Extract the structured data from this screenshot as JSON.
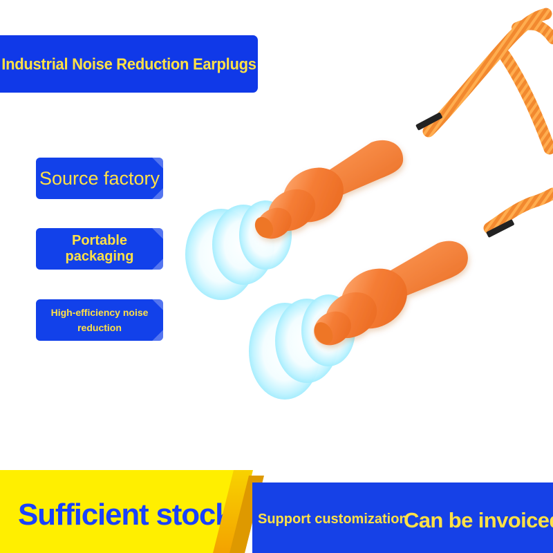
{
  "headline": {
    "title": "Industrial Noise Reduction Earplugs"
  },
  "features": [
    {
      "label": "Source factory"
    },
    {
      "label": "Portable packaging"
    },
    {
      "label": "High-efficiency noise reduction"
    }
  ],
  "bottom_bar": {
    "stock_text": "Sufficient stock",
    "customization_text": "Support customization",
    "invoice_text": "Can be invoiced"
  },
  "colors": {
    "blue": "#1641e7",
    "yellow": "#ffef00",
    "text_yellow": "#ffe146",
    "orange": "#f47c2a"
  },
  "icons": [
    "earplug-icon",
    "sound-wave-icon",
    "cord-icon"
  ]
}
